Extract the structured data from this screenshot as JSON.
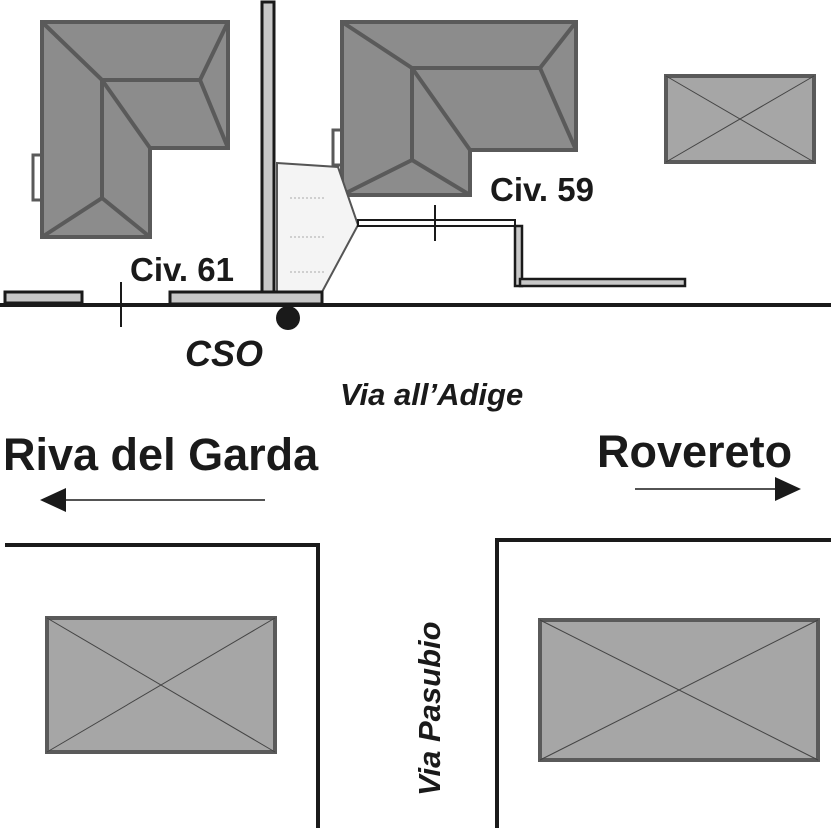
{
  "labels": {
    "civ61": "Civ. 61",
    "civ59": "Civ. 59",
    "cso": "CSO",
    "street_main": "Via all’Adige",
    "street_cross": "Via Pasubio",
    "direction_left": "Riva del Garda",
    "direction_right": "Rovereto"
  },
  "colors": {
    "building": "#8c8c8c",
    "block": "#a6a6a6",
    "ink": "#1a1a1a"
  }
}
